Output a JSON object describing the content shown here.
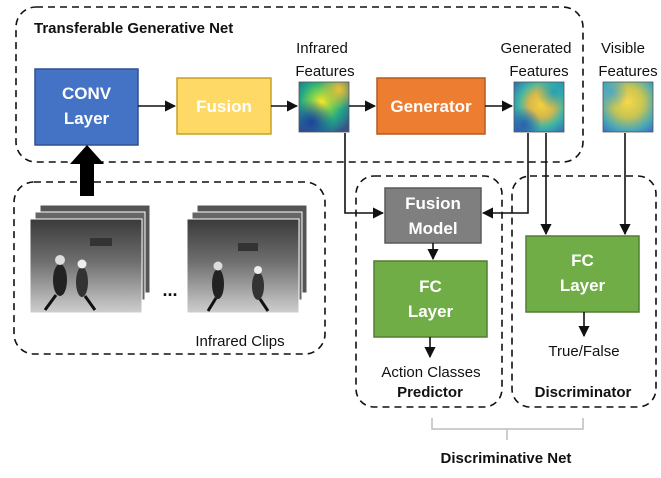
{
  "title": "Transferable Generative Net",
  "blocks": {
    "conv": {
      "line1": "CONV",
      "line2": "Layer",
      "color": "#4472C4"
    },
    "fusion": {
      "label": "Fusion",
      "color": "#FFD966"
    },
    "generator": {
      "label": "Generator",
      "color": "#ED7D31"
    },
    "fusion_model": {
      "line1": "Fusion",
      "line2": "Model",
      "color": "#7F7F7F"
    },
    "fc_predictor": {
      "line1": "FC",
      "line2": "Layer",
      "color": "#70AD47"
    },
    "fc_discriminator": {
      "line1": "FC",
      "line2": "Layer",
      "color": "#70AD47"
    }
  },
  "features": {
    "infrared": {
      "line1": "Infrared",
      "line2": "Features"
    },
    "generated": {
      "line1": "Generated",
      "line2": "Features"
    },
    "visible": {
      "line1": "Visible",
      "line2": "Features"
    }
  },
  "clips": {
    "ellipsis": "...",
    "caption": "Infrared Clips"
  },
  "predictor": {
    "output": "Action Classes",
    "name": "Predictor"
  },
  "discriminator": {
    "output": "True/False",
    "name": "Discriminator"
  },
  "discriminative_net": "Discriminative Net"
}
